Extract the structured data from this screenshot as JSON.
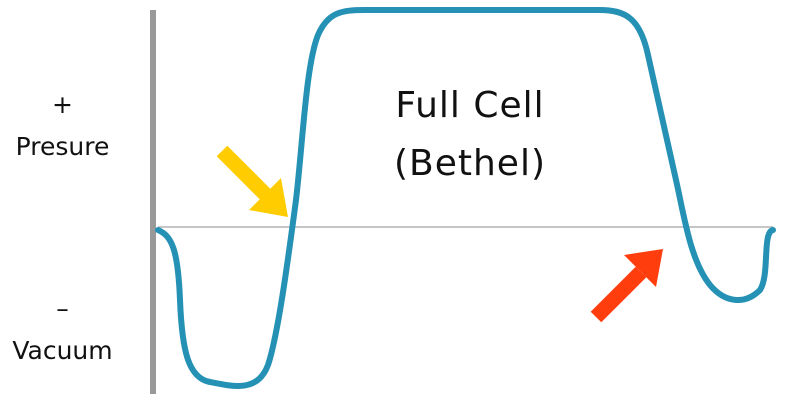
{
  "labels": {
    "pressure_sign": "+",
    "pressure": "Presure",
    "vacuum_sign": "–",
    "vacuum": "Vacuum"
  },
  "title": {
    "line1": "Full Cell",
    "line2": "(Bethel)"
  },
  "colors": {
    "curve": "#2591b4",
    "vertical_axis": "#999999",
    "zero_line": "#b3b3b3",
    "arrow_left": "#ffcc00",
    "arrow_right": "#ff3d0d",
    "text": "#111111"
  },
  "arrows": [
    {
      "name": "yellow-arrow",
      "color": "arrow_left",
      "direction": "down-right"
    },
    {
      "name": "red-arrow",
      "color": "arrow_right",
      "direction": "up-right"
    }
  ]
}
